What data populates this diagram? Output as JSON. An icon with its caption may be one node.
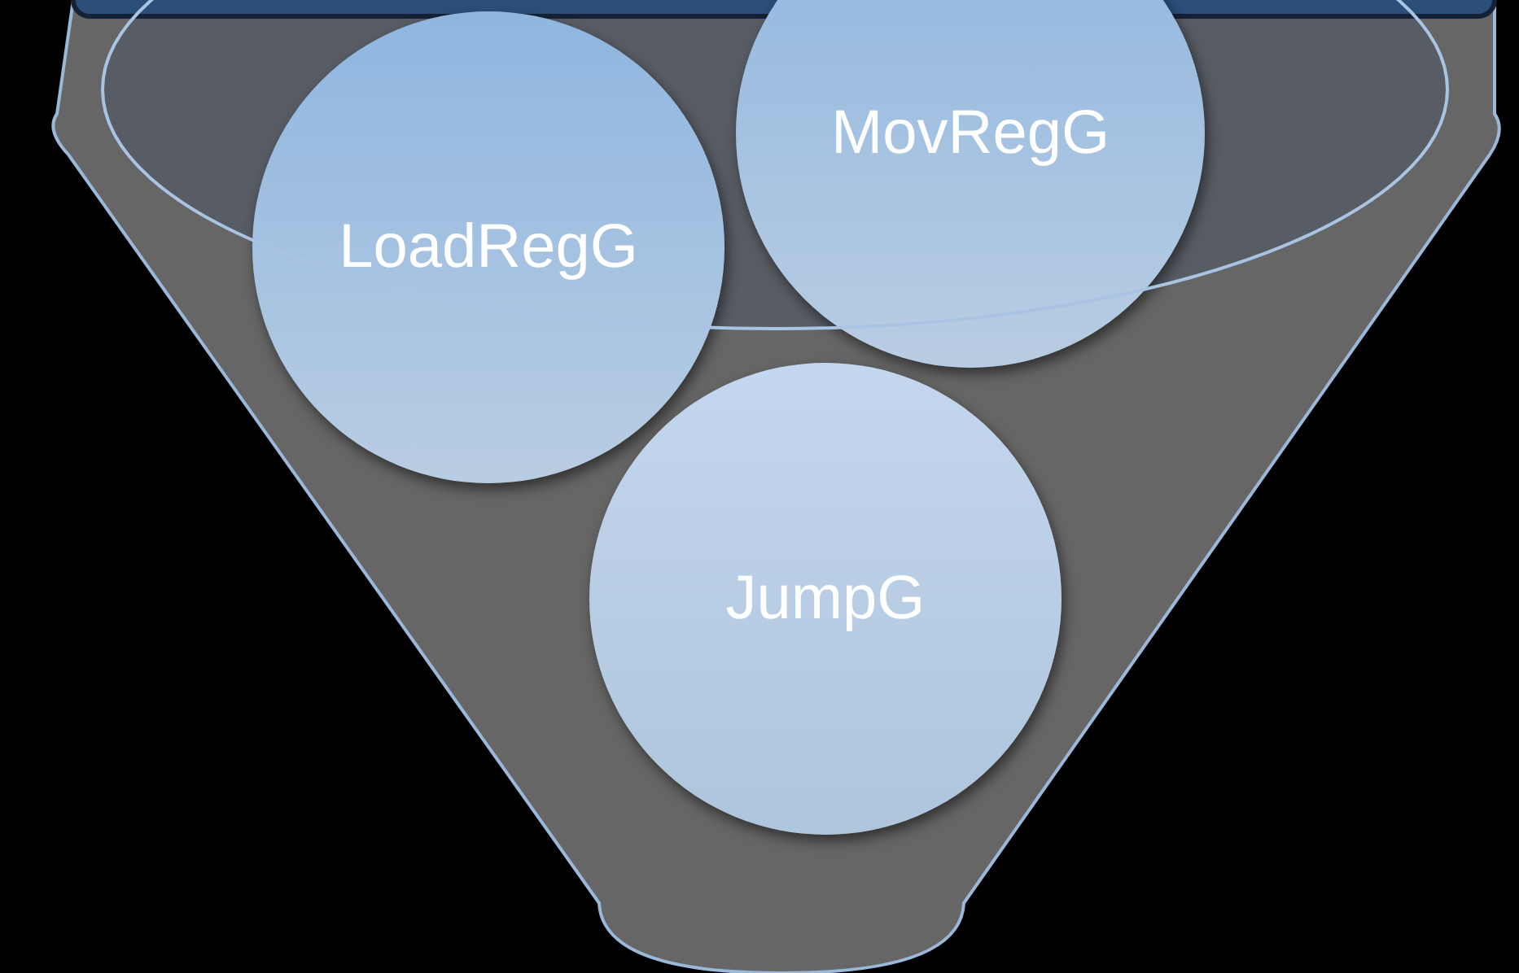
{
  "diagram": {
    "nodes": [
      {
        "text": [
          "LoadRegG"
        ]
      },
      {
        "text": [
          "MovRegG"
        ]
      },
      {
        "text": [
          "JumpG"
        ]
      }
    ]
  }
}
